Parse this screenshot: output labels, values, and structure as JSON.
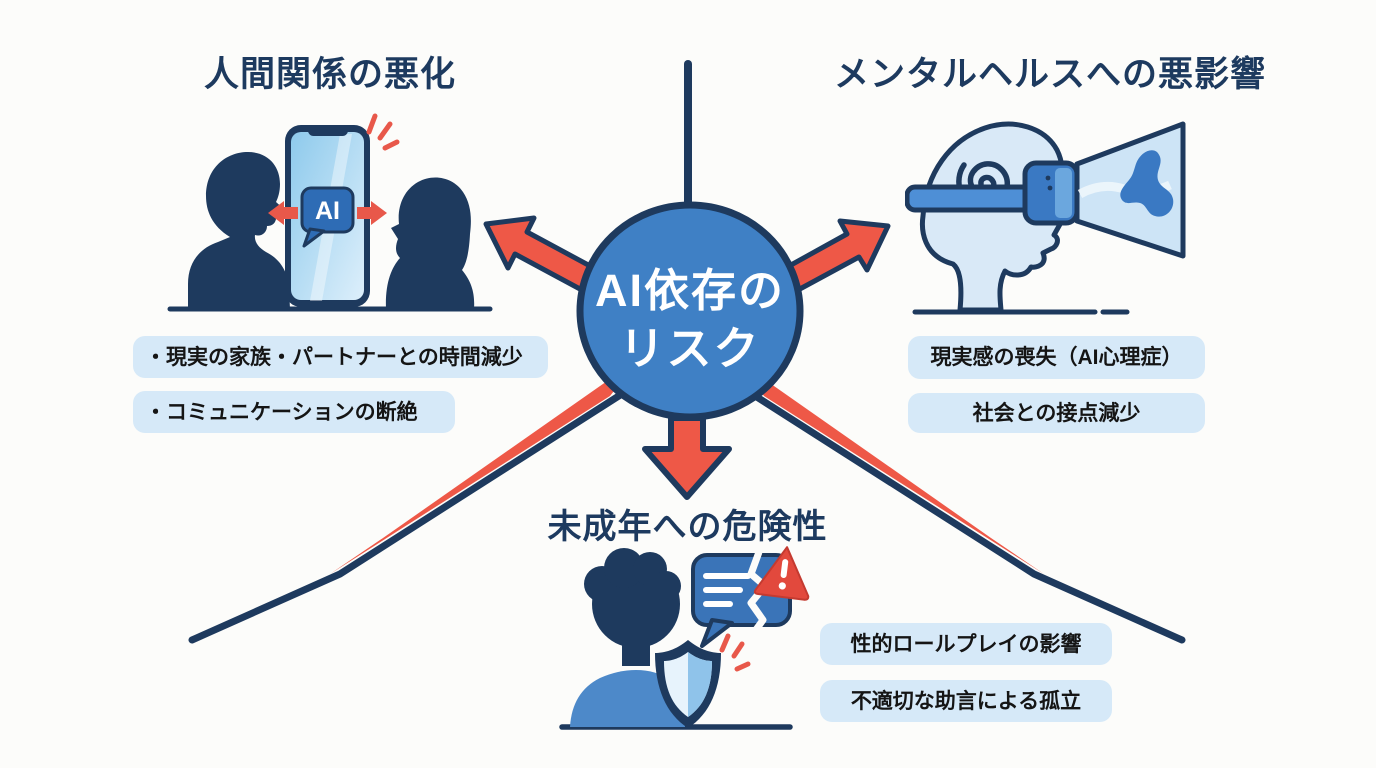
{
  "page": {
    "background": "#fcfcfa",
    "type_label": "AI dependence risk infographic"
  },
  "colors": {
    "navy_outline": "#1e3a5e",
    "node_blue": "#3f80c5",
    "arrow_red": "#ee5847",
    "pill_background": "#d6e9f8",
    "pill_text": "#151515",
    "title_text": "#1d3a5f",
    "light_blue_fill": "#d9e9f7"
  },
  "center_node": {
    "label_line1": "AI依存の",
    "label_line2": "リスク"
  },
  "sections": {
    "relationships": {
      "title": "人間関係の悪化",
      "bullets": [
        "・現実の家族・パートナーとの時間減少",
        "・コミュニケーションの断絶"
      ]
    },
    "mental_health": {
      "title": "メンタルヘルスへの悪影響",
      "bullets": [
        "現実感の喪失（AI心理症）",
        "社会との接点減少"
      ]
    },
    "minors": {
      "title": "未成年への危険性",
      "bullets": [
        "性的ロールプレイの影響",
        "不適切な助言による孤立"
      ]
    }
  },
  "illustrations": {
    "relationships": {
      "phone_bubble_label": "AI"
    }
  }
}
